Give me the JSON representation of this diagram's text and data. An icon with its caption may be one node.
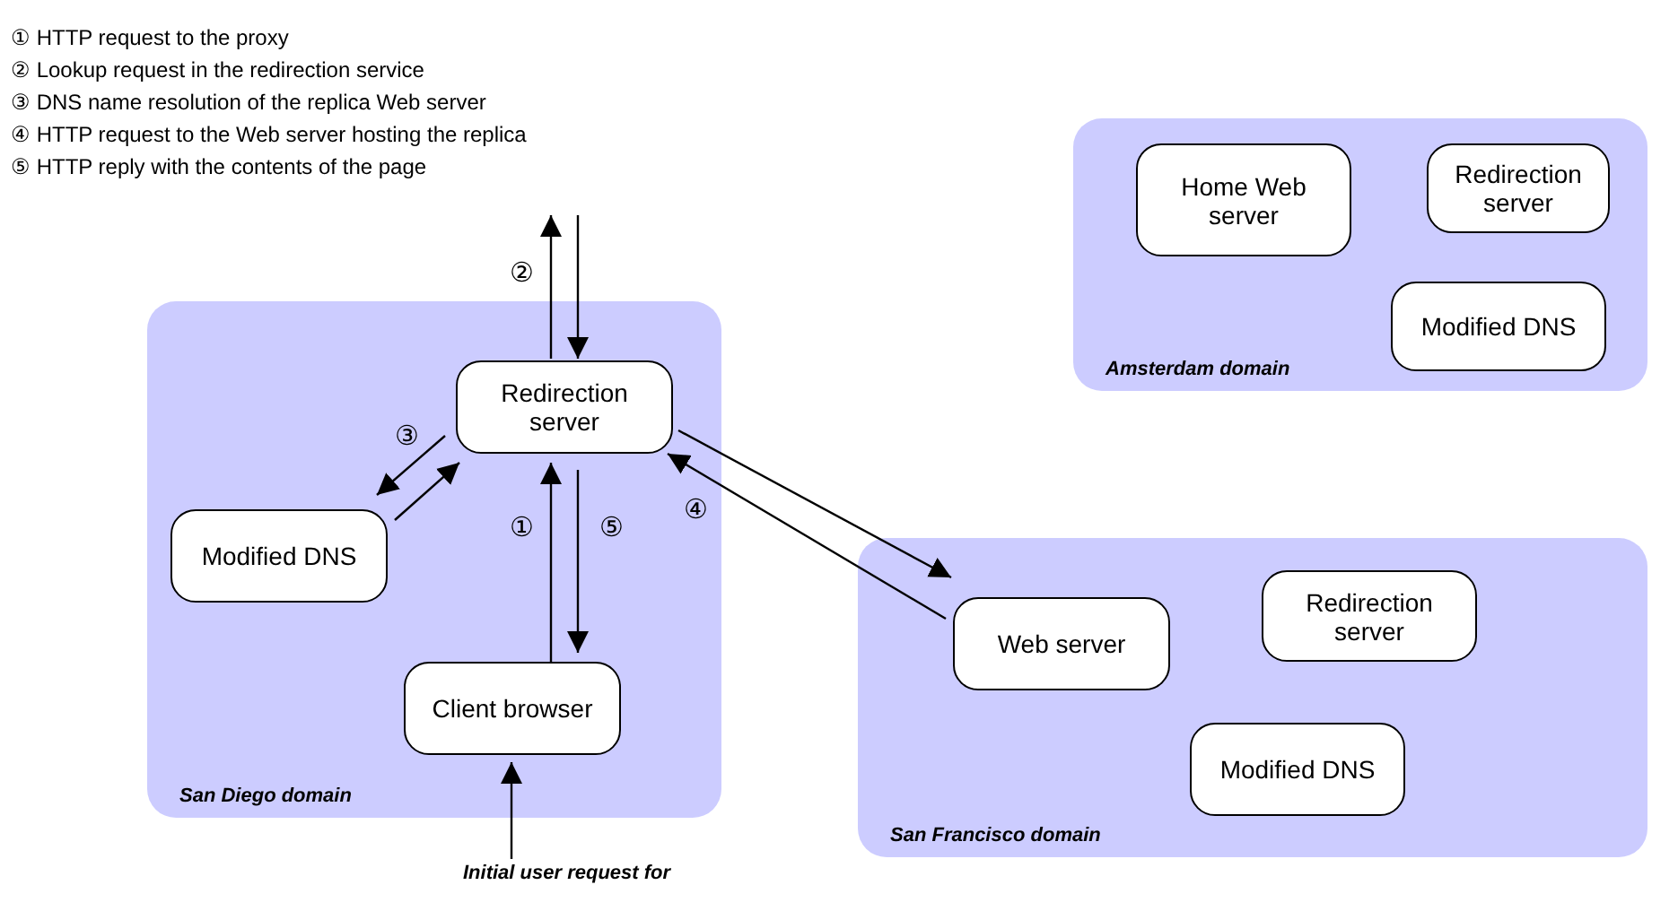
{
  "diagram": {
    "nodes": [
      {
        "text": [
          "San Diego domain"
        ]
      },
      {
        "text": [
          "Redirection server"
        ],
        "in": 0
      },
      {
        "text": [
          "Modified DNS"
        ],
        "in": 0
      },
      {
        "text": [
          "Client browser"
        ],
        "in": 0
      },
      {
        "text": [
          "San Francisco domain"
        ]
      },
      {
        "text": [
          "Web server"
        ],
        "in": 4
      },
      {
        "text": [
          "Redirection server"
        ],
        "in": 4
      },
      {
        "text": [
          "Modified DNS"
        ],
        "in": 4
      },
      {
        "text": [
          "Amsterdam domain"
        ]
      },
      {
        "text": [
          "Home Web server"
        ],
        "in": 8
      },
      {
        "text": [
          "Redirection server"
        ],
        "in": 8
      },
      {
        "text": [
          "Modified DNS"
        ],
        "in": 8
      },
      {
        "text": [
          "Initial user request for"
        ]
      }
    ],
    "edges": [
      {
        "from": 1,
        "to": null,
        "arrow": "to",
        "label": "②"
      },
      {
        "from": null,
        "to": 1,
        "arrow": "to"
      },
      {
        "from": 1,
        "to": 2,
        "arrow": "to",
        "label": "③"
      },
      {
        "from": 2,
        "to": 1,
        "arrow": "to"
      },
      {
        "from": 3,
        "to": 1,
        "arrow": "to",
        "label": "①"
      },
      {
        "from": 1,
        "to": 3,
        "arrow": "to",
        "label": "⑤"
      },
      {
        "from": 1,
        "to": 5,
        "arrow": "to"
      },
      {
        "from": 5,
        "to": 1,
        "arrow": "to",
        "label": "④"
      },
      {
        "from": 12,
        "to": 3,
        "arrow": "to"
      }
    ],
    "labels": [
      "① HTTP request to the proxy",
      "② Lookup request in the redirection service",
      "③ DNS name resolution of  the replica Web server",
      "④ HTTP request to the Web server hosting the replica",
      "⑤ HTTP reply with the contents of the page"
    ]
  }
}
